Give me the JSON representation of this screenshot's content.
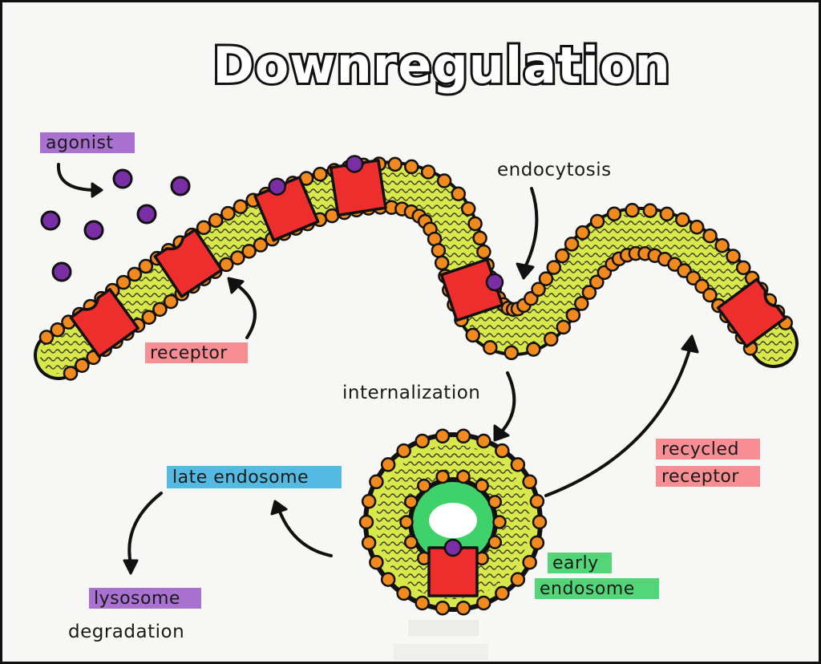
{
  "title": "Downregulation",
  "labels": {
    "agonist": "agonist",
    "endocytosis": "endocytosis",
    "receptor": "receptor",
    "internalization": "internalization",
    "recycled_line1": "recycled",
    "recycled_line2": "receptor",
    "late_endosome": "late endosome",
    "early_line1": "early",
    "early_line2": "endosome",
    "lysosome": "lysosome",
    "degradation": "degradation"
  },
  "colors": {
    "membrane_fill": "#d8e84a",
    "lipid_head": "#f08a1e",
    "receptor": "#ee2d2d",
    "agonist": "#7a2ea6",
    "highlight_purple": "#9b59c9",
    "highlight_red": "#f5828a",
    "highlight_blue": "#43b3e0",
    "highlight_green": "#3fd16a"
  }
}
